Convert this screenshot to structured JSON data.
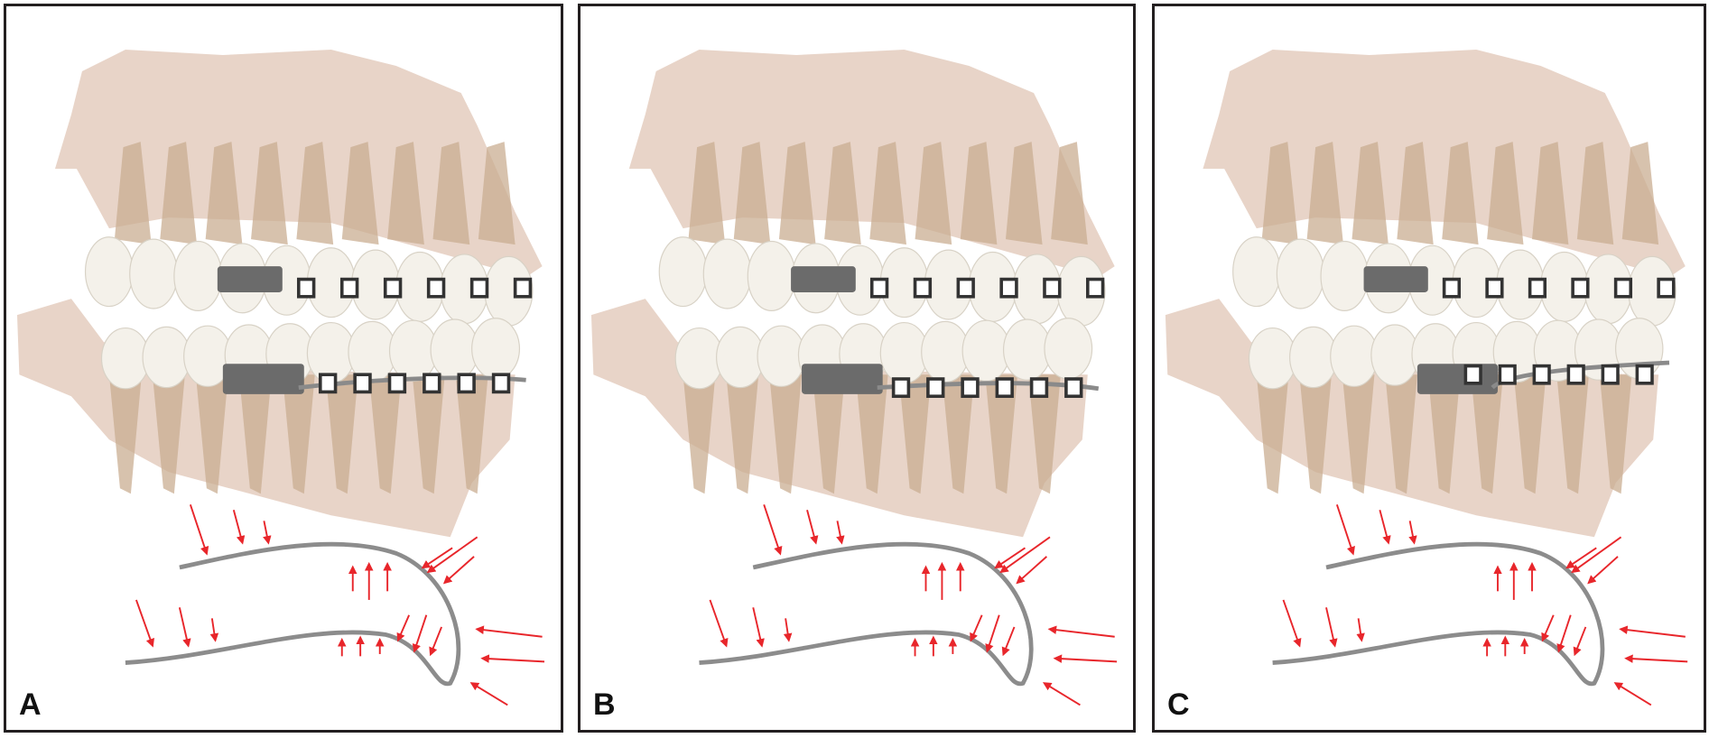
{
  "panels": [
    {
      "label": "A",
      "variant": 0
    },
    {
      "label": "B",
      "variant": 1
    },
    {
      "label": "C",
      "variant": 2
    }
  ],
  "colors": {
    "frame": "#231f20",
    "bone": "#e6cfc2",
    "root": "#c9ad92",
    "tooth": "#f4f1ea",
    "bracket": "#6b6b6b",
    "wire": "#8a8a8a",
    "force_arrow": "#e8262b",
    "outline_curve": "#8c8c8c"
  }
}
